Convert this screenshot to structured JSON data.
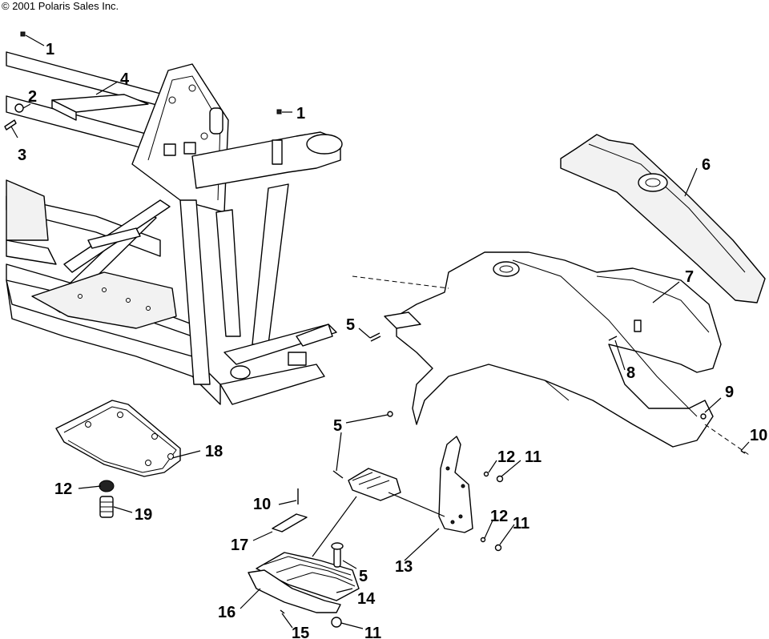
{
  "copyright": "© 2001 Polaris Sales Inc.",
  "callouts": {
    "c1a": "1",
    "c1b": "1",
    "c2": "2",
    "c3": "3",
    "c4": "4",
    "c5a": "5",
    "c5b": "5",
    "c5c": "5",
    "c6": "6",
    "c7": "7",
    "c8": "8",
    "c9": "9",
    "c10a": "10",
    "c10b": "10",
    "c11a": "11",
    "c11b": "11",
    "c11c": "11",
    "c12a": "12",
    "c12b": "12",
    "c12c": "12",
    "c13": "13",
    "c14": "14",
    "c15": "15",
    "c16": "16",
    "c17": "17",
    "c18": "18",
    "c19": "19"
  }
}
